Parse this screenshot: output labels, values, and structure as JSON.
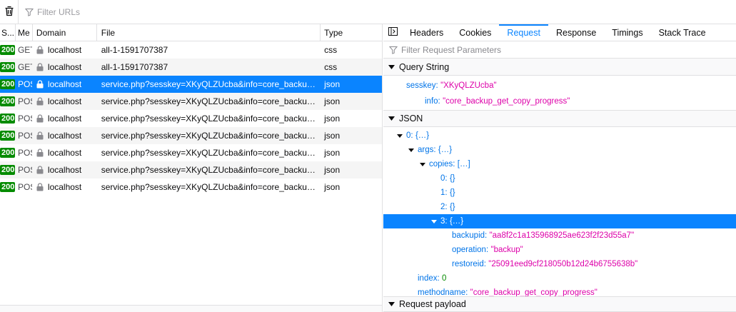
{
  "toolbar": {
    "filter_placeholder": "Filter URLs"
  },
  "columns": {
    "status": "S...",
    "method": "Me",
    "domain": "Domain",
    "file": "File",
    "type": "Type"
  },
  "requests": [
    {
      "status": "200",
      "method": "GET",
      "domain": "localhost",
      "file": "all-1-1591707387",
      "type": "css"
    },
    {
      "status": "200",
      "method": "GET",
      "domain": "localhost",
      "file": "all-1-1591707387",
      "type": "css"
    },
    {
      "status": "200",
      "method": "POST",
      "domain": "localhost",
      "file": "service.php?sesskey=XKyQLZUcba&info=core_backup_get_copy_progress",
      "type": "json"
    },
    {
      "status": "200",
      "method": "POST",
      "domain": "localhost",
      "file": "service.php?sesskey=XKyQLZUcba&info=core_backup_get_copy_progress",
      "type": "json"
    },
    {
      "status": "200",
      "method": "POST",
      "domain": "localhost",
      "file": "service.php?sesskey=XKyQLZUcba&info=core_backup_get_copy_progress",
      "type": "json"
    },
    {
      "status": "200",
      "method": "POST",
      "domain": "localhost",
      "file": "service.php?sesskey=XKyQLZUcba&info=core_backup_get_copy_progress",
      "type": "json"
    },
    {
      "status": "200",
      "method": "POST",
      "domain": "localhost",
      "file": "service.php?sesskey=XKyQLZUcba&info=core_backup_get_copy_progress",
      "type": "json"
    },
    {
      "status": "200",
      "method": "POST",
      "domain": "localhost",
      "file": "service.php?sesskey=XKyQLZUcba&info=core_backup_get_copy_progress",
      "type": "json"
    },
    {
      "status": "200",
      "method": "POST",
      "domain": "localhost",
      "file": "service.php?sesskey=XKyQLZUcba&info=core_backup_get_copy_progress",
      "type": "json"
    }
  ],
  "selected_index": 2,
  "tabs": [
    "Headers",
    "Cookies",
    "Request",
    "Response",
    "Timings",
    "Stack Trace"
  ],
  "active_tab": "Request",
  "param_filter_placeholder": "Filter Request Parameters",
  "query": {
    "title": "Query String",
    "params": [
      {
        "key": "sesskey:",
        "value": "\"XKyQLZUcba\""
      },
      {
        "key": "info:",
        "value": "\"core_backup_get_copy_progress\""
      }
    ]
  },
  "json": {
    "title": "JSON",
    "root_key": "0:",
    "root_val": "{…}",
    "args_key": "args:",
    "args_val": "{…}",
    "copies_key": "copies:",
    "copies_val": "[…]",
    "copy0_key": "0:",
    "copy0_val": "{}",
    "copy1_key": "1:",
    "copy1_val": "{}",
    "copy2_key": "2:",
    "copy2_val": "{}",
    "copy3_key": "3:",
    "copy3_val": "{…}",
    "backupid_key": "backupid:",
    "backupid_val": "\"aa8f2c1a135968925ae623f2f23d55a7\"",
    "operation_key": "operation:",
    "operation_val": "\"backup\"",
    "restoreid_key": "restoreid:",
    "restoreid_val": "\"25091eed9cf218050b12d24b6755638b\"",
    "index_key": "index:",
    "index_val": "0",
    "methodname_key": "methodname:",
    "methodname_val": "\"core_backup_get_copy_progress\""
  },
  "payload_title": "Request payload",
  "colors": {
    "accent": "#0a84ff",
    "status_ok": "#058b00",
    "key": "#0074e8",
    "string": "#dd00a9"
  }
}
